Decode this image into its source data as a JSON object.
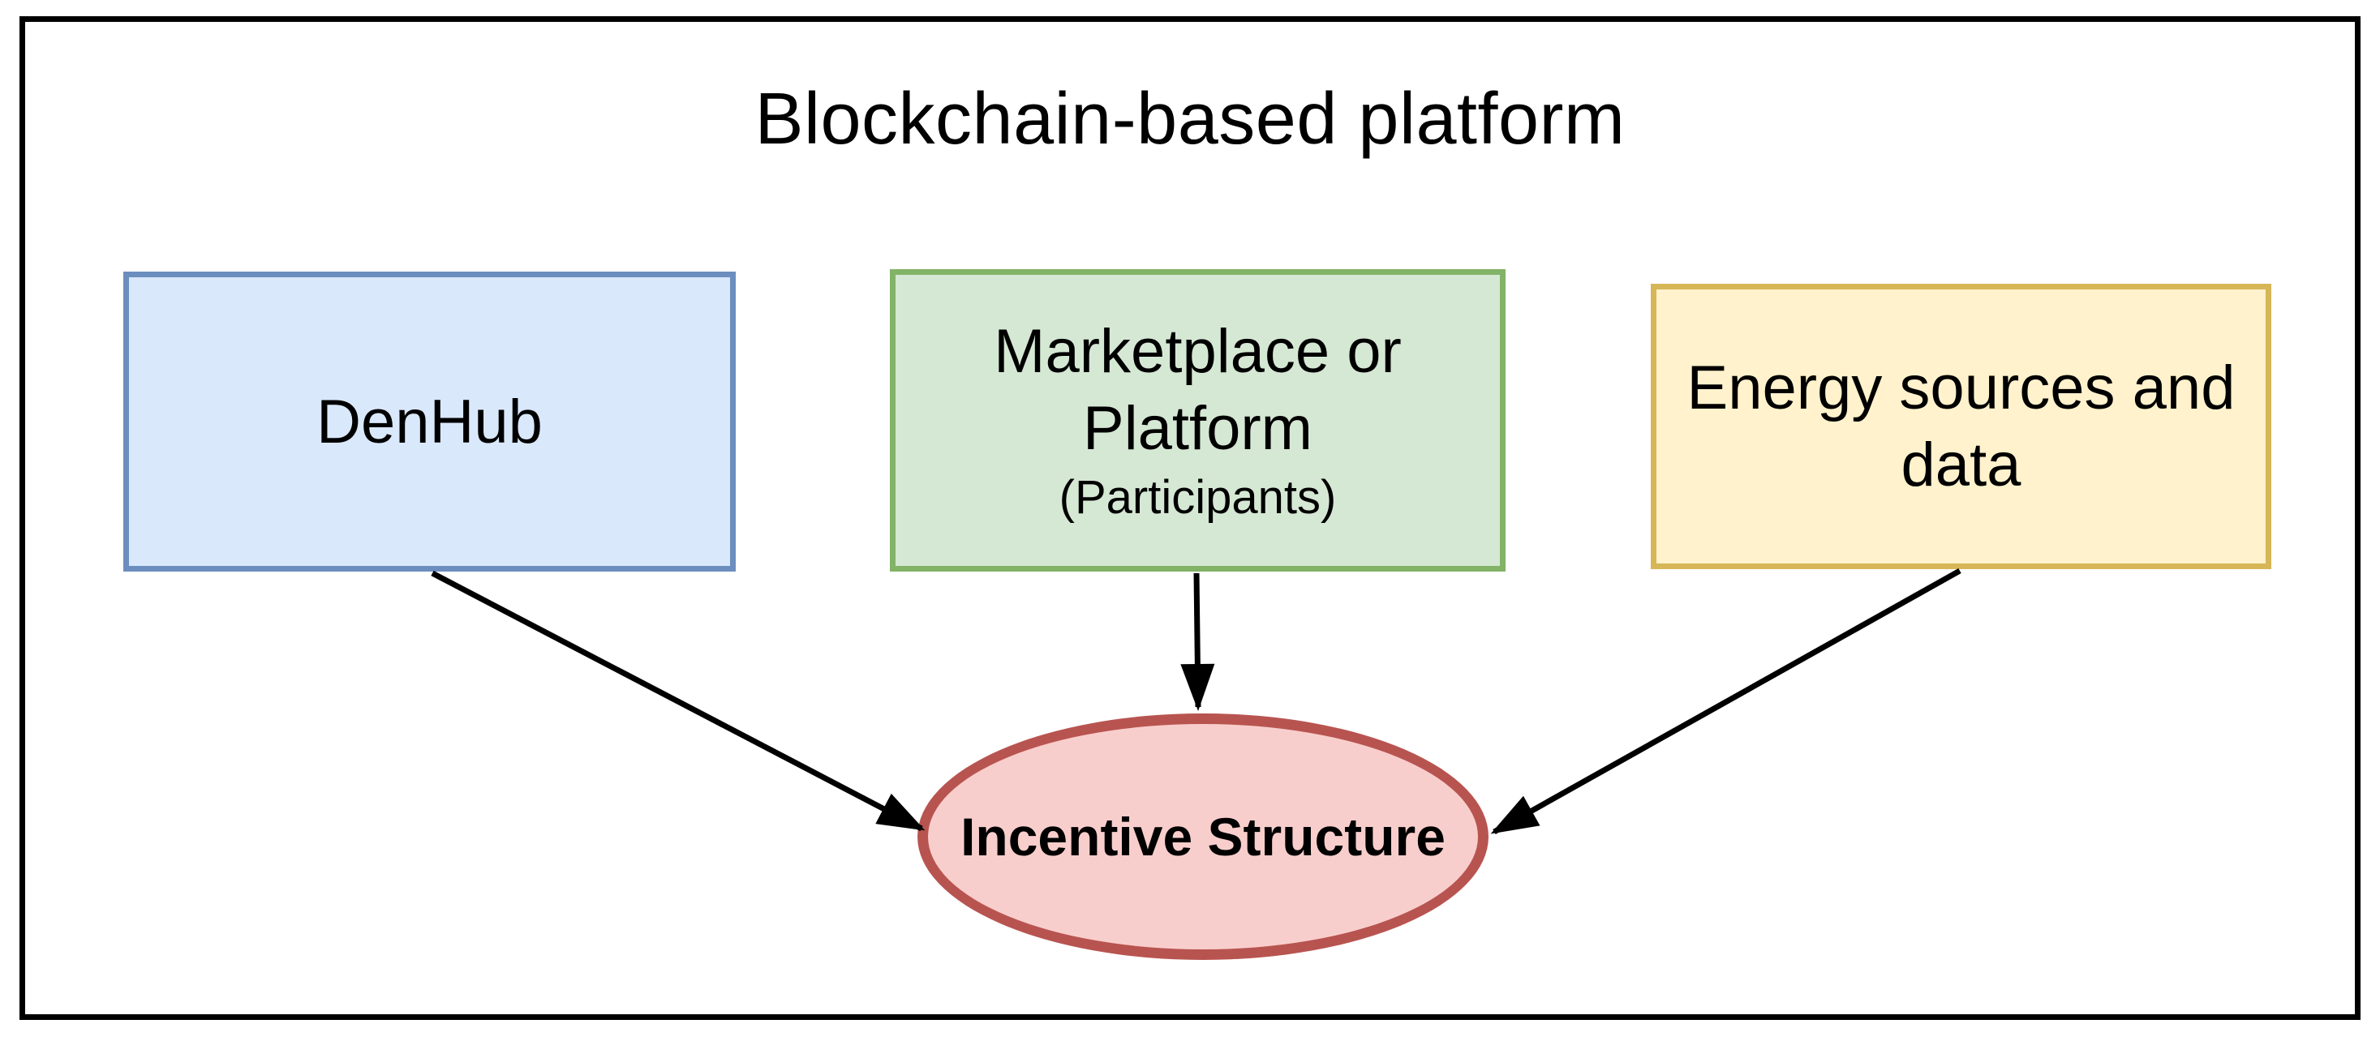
{
  "diagram": {
    "title": "Blockchain-based platform",
    "boxes": [
      {
        "name": "denhub",
        "label_lines": [
          "DenHub",
          ""
        ],
        "sublabel": ""
      },
      {
        "name": "marketplace",
        "label_lines": [
          "Marketplace or",
          "Platform"
        ],
        "sublabel": "(Participants)"
      },
      {
        "name": "energy",
        "label_lines": [
          "Energy sources and",
          "data"
        ],
        "sublabel": ""
      }
    ],
    "ellipse": {
      "label": "Incentive Structure"
    },
    "colors": {
      "denhub_fill": "#dae8fc",
      "denhub_border": "#6c8ebf",
      "marketplace_fill": "#d5e8d4",
      "marketplace_border": "#82b366",
      "energy_fill": "#fff2cc",
      "energy_border": "#d6b656",
      "incentive_fill": "#f8cecc",
      "incentive_border": "#b85450",
      "arrow": "#000000",
      "frame_border": "#000000",
      "background": "#ffffff",
      "text": "#000000"
    }
  }
}
